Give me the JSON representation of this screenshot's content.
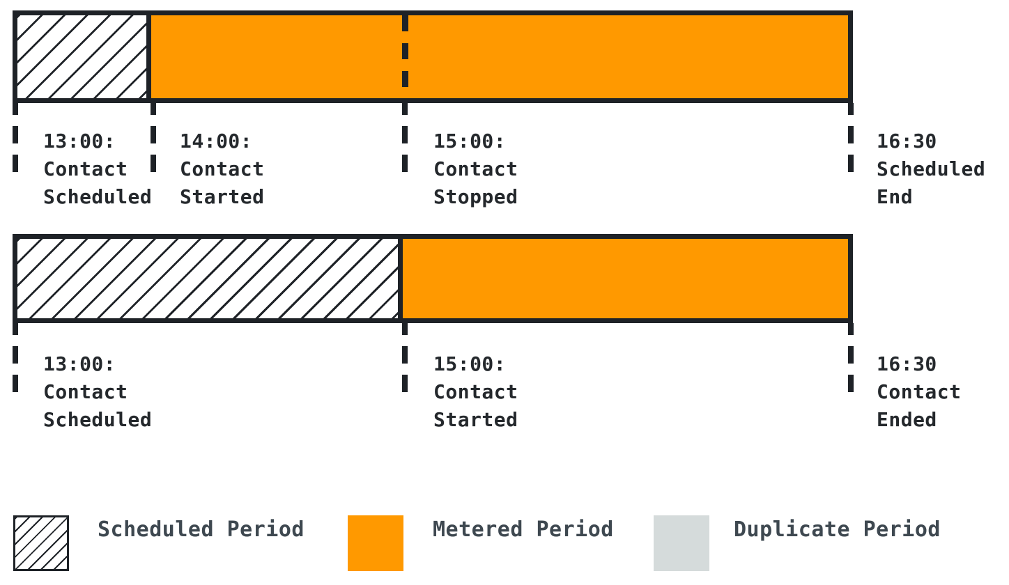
{
  "colors": {
    "ink": "#1E2227",
    "metered": "#FF9900",
    "duplicate": "#D5DBDB",
    "label": "#24282C",
    "legend": "#3E4850"
  },
  "timelines": [
    {
      "segments": [
        {
          "kind": "scheduled",
          "from": "13:00",
          "to": "14:00"
        },
        {
          "kind": "metered",
          "from": "14:00",
          "to": "16:30"
        }
      ],
      "markers": [
        {
          "time": "13:00:",
          "event_lines": [
            "Contact",
            "Scheduled"
          ]
        },
        {
          "time": "14:00:",
          "event_lines": [
            "Contact",
            "Started"
          ]
        },
        {
          "time": "15:00:",
          "event_lines": [
            "Contact",
            "Stopped"
          ]
        },
        {
          "time": "16:30",
          "event_lines": [
            "Scheduled",
            "End"
          ]
        }
      ]
    },
    {
      "segments": [
        {
          "kind": "scheduled",
          "from": "13:00",
          "to": "15:00"
        },
        {
          "kind": "metered",
          "from": "15:00",
          "to": "16:30"
        }
      ],
      "markers": [
        {
          "time": "13:00:",
          "event_lines": [
            "Contact",
            "Scheduled"
          ]
        },
        {
          "time": "15:00:",
          "event_lines": [
            "Contact",
            "Started"
          ]
        },
        {
          "time": "16:30",
          "event_lines": [
            "Contact",
            "Ended"
          ]
        }
      ]
    }
  ],
  "legend": {
    "items": [
      {
        "label": "Scheduled Period",
        "swatch": "hatched"
      },
      {
        "label": "Metered Period",
        "swatch": "orange"
      },
      {
        "label": "Duplicate Period",
        "swatch": "gray"
      }
    ]
  }
}
